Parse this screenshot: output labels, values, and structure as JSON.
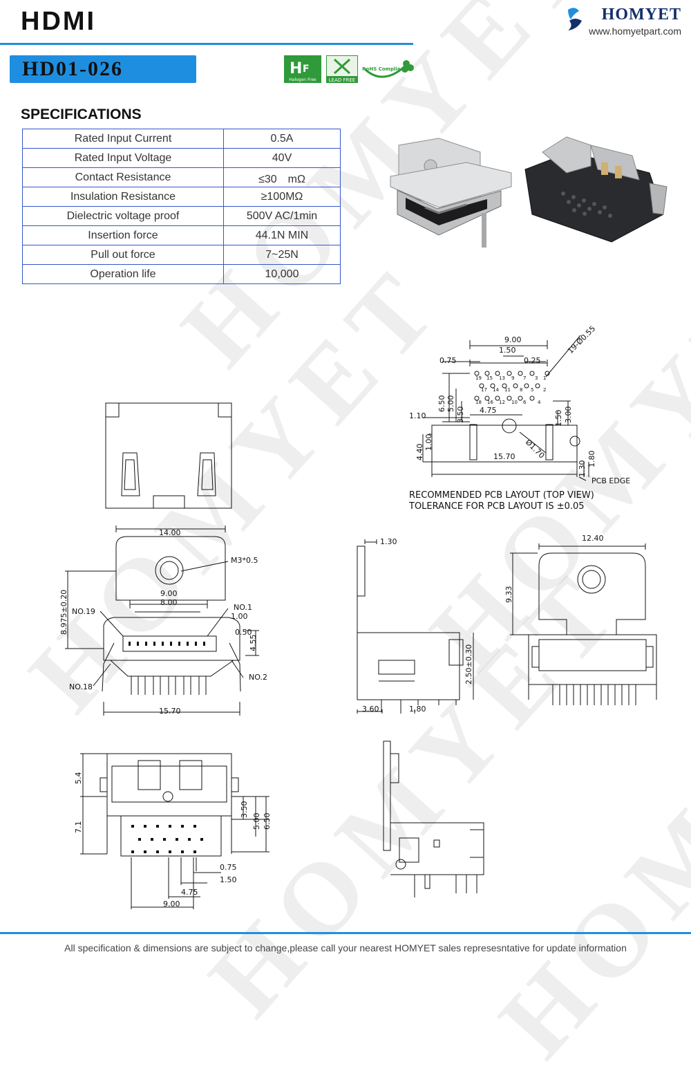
{
  "header": {
    "title": "HDMI",
    "model": "HD01-026",
    "brand_name": "HOMYET",
    "brand_url": "www.homyetpart.com",
    "accent_color": "#1e8fe0",
    "badges": [
      "Halogen Free",
      "LEAD FREE",
      "RoHS Compliant"
    ]
  },
  "specs": {
    "heading": "SPECIFICATIONS",
    "rows": [
      {
        "label": "Rated Input Current",
        "value": "0.5A"
      },
      {
        "label": "Rated Input Voltage",
        "value": "40V"
      },
      {
        "label": "Contact Resistance",
        "value": "≤30　mΩ"
      },
      {
        "label": "Insulation Resistance",
        "value": "≥100MΩ"
      },
      {
        "label": "Dielectric voltage proof",
        "value": "500V AC/1min"
      },
      {
        "label": "Insertion force",
        "value": "44.1N  MIN"
      },
      {
        "label": "Pull out force",
        "value": "7~25N"
      },
      {
        "label": "Operation life",
        "value": "10,000"
      }
    ]
  },
  "pcb_layout": {
    "dims": {
      "d900": "9.00",
      "d150": "1.50",
      "d075": "0.75",
      "d025": "0.25",
      "holes": "19-Ø0.55",
      "d650": "6.50",
      "d500": "5.00",
      "d350": "3.50",
      "d475": "4.75",
      "d110": "1.10",
      "d150b": "1.50",
      "d300": "3.00",
      "d440": "4.40",
      "d100": "1.00",
      "d170": "Ø1.70",
      "d1570": "15.70",
      "d130": "1.30",
      "d180": "1.80",
      "pcb_edge": "PCB EDGE"
    },
    "pins_top": [
      "19",
      "15",
      "13",
      "9",
      "7",
      "3",
      "1"
    ],
    "pins_mid": [
      "17",
      "14",
      "11",
      "8",
      "5",
      "2"
    ],
    "pins_bot": [
      "18",
      "16",
      "12",
      "10",
      "6",
      "4"
    ],
    "note_line1": "RECOMMENDED PCB LAYOUT (TOP VIEW)",
    "note_line2": "TOLERANCE FOR PCB LAYOUT IS ±0.05"
  },
  "front_view": {
    "d1400": "14.00",
    "m3": "M3*0.5",
    "d8975": "8.975±0.20",
    "d900": "9.00",
    "d800": "8.00",
    "no19": "NO.19",
    "no1": "NO.1",
    "d100": "1.00",
    "d050": "0.50",
    "d455": "4.55",
    "no2": "NO.2",
    "no18": "NO.18",
    "d1570": "15.70"
  },
  "side_view": {
    "d130": "1.30",
    "d250": "2.50±0.30",
    "d360": "3.60",
    "d180": "1.80"
  },
  "rear_view": {
    "d1240": "12.40",
    "d933": "9.33"
  },
  "bottom_view": {
    "d54": "5.4",
    "d71": "7.1",
    "d350": "3.50",
    "d500": "5.00",
    "d650": "6.50",
    "d075": "0.75",
    "d150": "1.50",
    "d475": "4.75",
    "d900": "9.00"
  },
  "watermark": "HOMYET",
  "footer": "All specification & dimensions are subject to change,please call your nearest HOMYET sales represesntative for update information"
}
